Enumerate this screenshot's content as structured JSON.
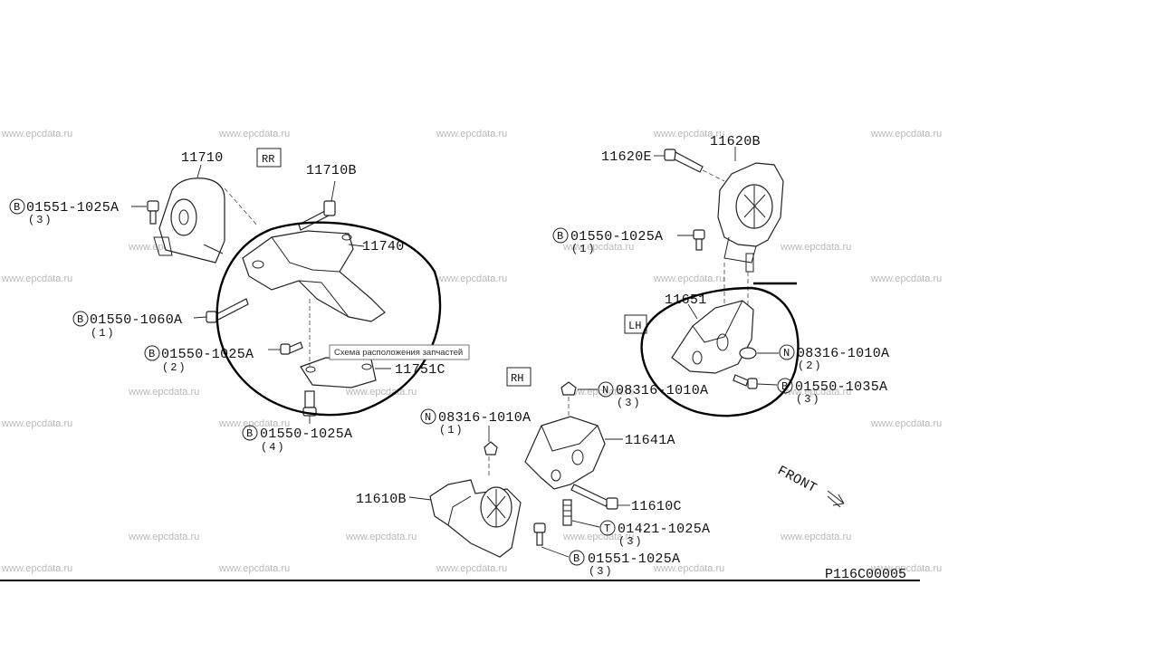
{
  "watermark": "www.epcdata.ru",
  "tooltip": "Схема расположения запчастей",
  "diagram_code": "P116C00005",
  "view_labels": {
    "rr": "RR",
    "lh": "LH",
    "rh": "RH"
  },
  "direction_label": "FRONT",
  "parts": {
    "p11710": "11710",
    "p11710B": "11710B",
    "p11740": "11740",
    "p11751C": "11751C",
    "p11620B": "11620B",
    "p11620E": "11620E",
    "p11651": "11651",
    "p11641A": "11641A",
    "p11610B": "11610B",
    "p11610C": "11610C"
  },
  "fasteners": {
    "f1": {
      "badge": "B",
      "code": "01551-1025A",
      "qty": "(3)"
    },
    "f2": {
      "badge": "B",
      "code": "01550-1060A",
      "qty": "(1)"
    },
    "f3": {
      "badge": "B",
      "code": "01550-1025A",
      "qty": "(2)"
    },
    "f4": {
      "badge": "B",
      "code": "01550-1025A",
      "qty": "(4)"
    },
    "f5": {
      "badge": "B",
      "code": "01550-1025A",
      "qty": "(1)"
    },
    "f6": {
      "badge": "N",
      "code": "08316-1010A",
      "qty": "(2)"
    },
    "f7": {
      "badge": "B",
      "code": "01550-1035A",
      "qty": "(3)"
    },
    "f8": {
      "badge": "N",
      "code": "08316-1010A",
      "qty": "(3)"
    },
    "f9": {
      "badge": "N",
      "code": "08316-1010A",
      "qty": "(1)"
    },
    "f10": {
      "badge": "T",
      "code": "01421-1025A",
      "qty": "(3)"
    },
    "f11": {
      "badge": "B",
      "code": "01551-1025A",
      "qty": "(3)"
    }
  }
}
